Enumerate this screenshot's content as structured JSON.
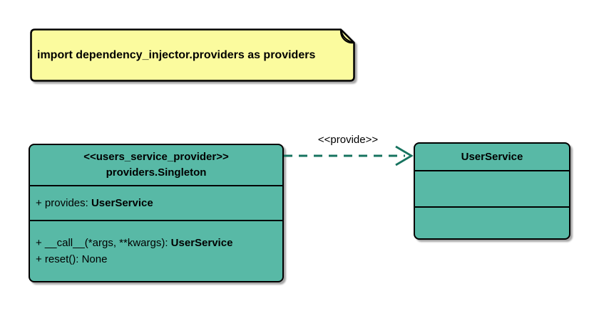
{
  "diagram": {
    "note": {
      "text": "import dependency_injector.providers as providers"
    },
    "classes": {
      "singleton": {
        "stereotype": "<<users_service_provider>>",
        "name": "providers.Singleton",
        "attributes": [
          {
            "text": "+ provides: ",
            "type_bold": "UserService"
          }
        ],
        "methods": [
          {
            "text": "+ __call__(*args, **kwargs): ",
            "type_bold": "UserService"
          },
          {
            "text": "+ reset(): None",
            "type_bold": ""
          }
        ]
      },
      "user_service": {
        "name": "UserService"
      }
    },
    "edge": {
      "label": "<<provide>>"
    },
    "colors": {
      "class_fill": "#58B9A6",
      "note_fill": "#FBFB9E",
      "note_fold": "#ADAD63",
      "edge_color": "#17735F",
      "border_color": "#000000",
      "text_color": "#000000"
    }
  }
}
